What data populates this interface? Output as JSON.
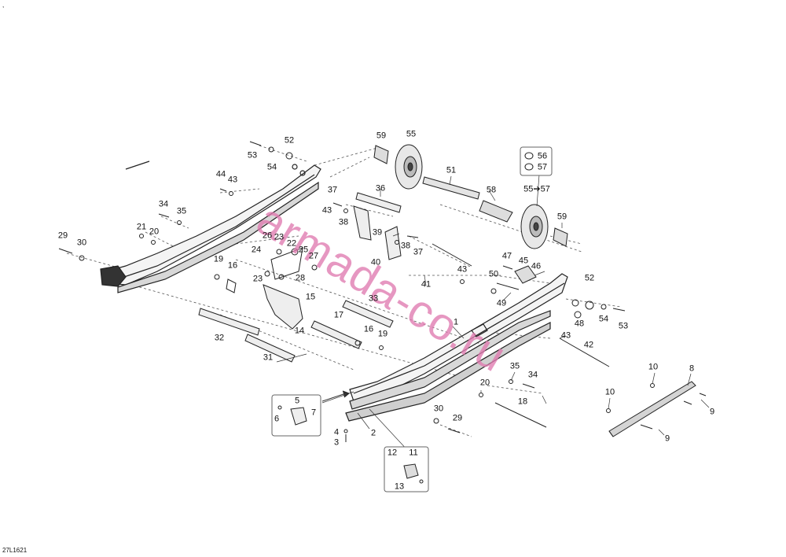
{
  "document": {
    "id": "27L1621",
    "corner_mark": ","
  },
  "watermark": {
    "text": "armada-co.ru",
    "color": "#e07ab0"
  },
  "callouts": {
    "c1": "1",
    "c2": "2",
    "c3": "3",
    "c4": "4",
    "c5": "5",
    "c6": "6",
    "c7": "7",
    "c8": "8",
    "c9a": "9",
    "c9b": "9",
    "c10a": "10",
    "c10b": "10",
    "c11": "11",
    "c12": "12",
    "c13": "13",
    "c14": "14",
    "c15": "15",
    "c16a": "16",
    "c16b": "16",
    "c17": "17",
    "c18": "18",
    "c19a": "19",
    "c19b": "19",
    "c20a": "20",
    "c20b": "20",
    "c21": "21",
    "c22": "22",
    "c23a": "23",
    "c23b": "23",
    "c24": "24",
    "c25": "25",
    "c26": "26",
    "c27": "27",
    "c28": "28",
    "c29a": "29",
    "c29b": "29",
    "c30a": "30",
    "c30b": "30",
    "c31": "31",
    "c32": "32",
    "c33": "33",
    "c34a": "34",
    "c34b": "34",
    "c35a": "35",
    "c35b": "35",
    "c36": "36",
    "c37a": "37",
    "c37b": "37",
    "c38a": "38",
    "c38b": "38",
    "c39": "39",
    "c40": "40",
    "c41": "41",
    "c42": "42",
    "c43a": "43",
    "c43b": "43",
    "c43c": "43",
    "c43d": "43",
    "c44": "44",
    "c45": "45",
    "c46": "46",
    "c47": "47",
    "c48": "48",
    "c49": "49",
    "c50": "50",
    "c51": "51",
    "c52a": "52",
    "c52b": "52",
    "c53a": "53",
    "c53b": "53",
    "c54a": "54",
    "c54b": "54",
    "c55": "55",
    "c56": "56",
    "c57": "57",
    "c55to57": "55➔57",
    "c58": "58",
    "c59a": "59",
    "c59b": "59"
  }
}
